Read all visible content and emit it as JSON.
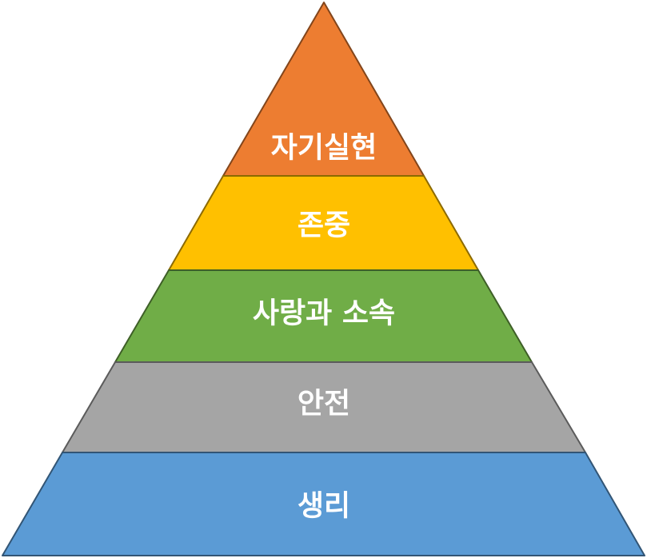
{
  "levels": [
    {
      "label": "자기실현",
      "color": "#ED7D31"
    },
    {
      "label": "존중",
      "color": "#FFC000"
    },
    {
      "label": "사랑과 소속",
      "color": "#70AD47"
    },
    {
      "label": "안전",
      "color": "#A5A5A5"
    },
    {
      "label": "생리",
      "color": "#5B9BD5"
    }
  ]
}
